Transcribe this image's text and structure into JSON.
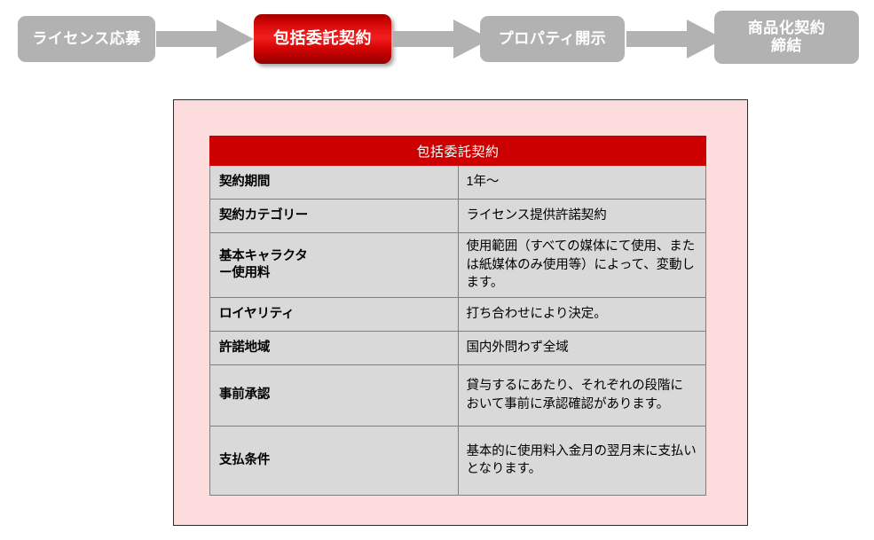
{
  "flow": {
    "steps": [
      {
        "label": "ライセンス応募",
        "state": "inactive"
      },
      {
        "label": "包括委託契約",
        "state": "active"
      },
      {
        "label": "プロパティ開示",
        "state": "inactive"
      },
      {
        "label_line1": "商品化契約",
        "label_line2": "締結",
        "state": "inactive"
      }
    ],
    "arrow_label": "arrow-right"
  },
  "panel": {
    "background_color": "#fcdcdc",
    "border_color": "#2b2b2b"
  },
  "table": {
    "title": "包括委託契約",
    "header_color": "#cc0000",
    "cell_color": "#d9d9d9",
    "rows": [
      {
        "label": "契約期間",
        "value": "1年～"
      },
      {
        "label": "契約カテゴリー",
        "value": "ライセンス提供許諾契約"
      },
      {
        "label_line1": "基本キャラクタ",
        "label_line2": "ー使用料",
        "value": "使用範囲（すべての媒体にて使用、または紙媒体のみ使用等）によって、変動します。"
      },
      {
        "label": "ロイヤリティ",
        "value": "打ち合わせにより決定。"
      },
      {
        "label": "許諾地域",
        "value": "国内外問わず全域"
      },
      {
        "label": "事前承認",
        "value": "貸与するにあたり、それぞれの段階に　おいて事前に承認確認があります。"
      },
      {
        "label": "支払条件",
        "value": "基本的に使用料入金月の翌月末に支払いとなります。"
      }
    ]
  }
}
